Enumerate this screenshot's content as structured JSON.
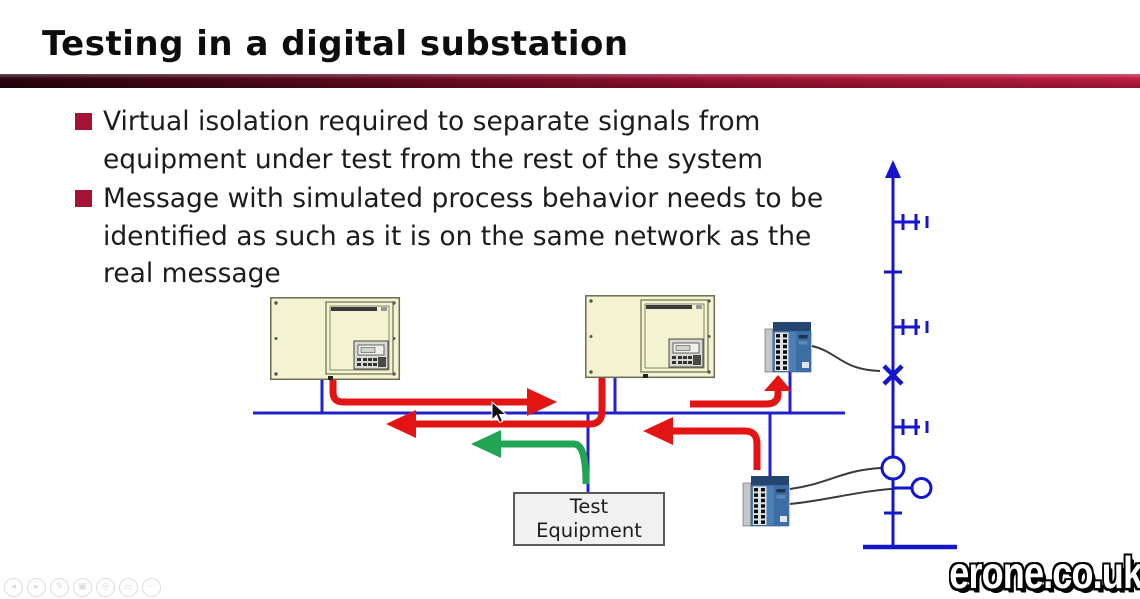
{
  "slide": {
    "title": "Testing in a digital substation",
    "bullets": [
      {
        "lines": [
          "Virtual isolation required to separate signals from",
          "equipment under test from the rest of the system"
        ]
      },
      {
        "lines": [
          "Message with simulated process behavior needs to be",
          "identified as such as it is on the same network as the",
          "real message"
        ]
      }
    ]
  },
  "diagram": {
    "test_equipment": {
      "line1": "Test",
      "line2": "Equipment"
    },
    "components": {
      "ied_count": 2,
      "network_switch_count": 2,
      "bus": "station bus",
      "single_line_diagram": [
        "disconnector",
        "disconnector",
        "circuit-breaker",
        "disconnector",
        "current-transformer",
        "voltage-transformer",
        "earth-bar"
      ]
    }
  },
  "watermark": {
    "text": "erone.co.uk"
  },
  "player": {
    "icons": [
      {
        "name": "previous",
        "glyph": "◂"
      },
      {
        "name": "next",
        "glyph": "▸"
      },
      {
        "name": "pencil",
        "glyph": "✎"
      },
      {
        "name": "camera",
        "glyph": "▣"
      },
      {
        "name": "zoom",
        "glyph": "◎"
      },
      {
        "name": "screen",
        "glyph": "▭"
      },
      {
        "name": "more",
        "glyph": "⋯"
      }
    ]
  },
  "colors": {
    "accent_dark": "#2a030e",
    "accent_bright": "#c01d42",
    "bullet_square": "#a61236",
    "bus_blue": "#2222cc",
    "sld_blue": "#1515cc",
    "arrow_red": "#e21414",
    "arrow_green": "#22a455",
    "ied_fill": "#f3f3d1",
    "switch_blue": "#4b7fb6",
    "test_box_fill": "#f1f1f1"
  }
}
